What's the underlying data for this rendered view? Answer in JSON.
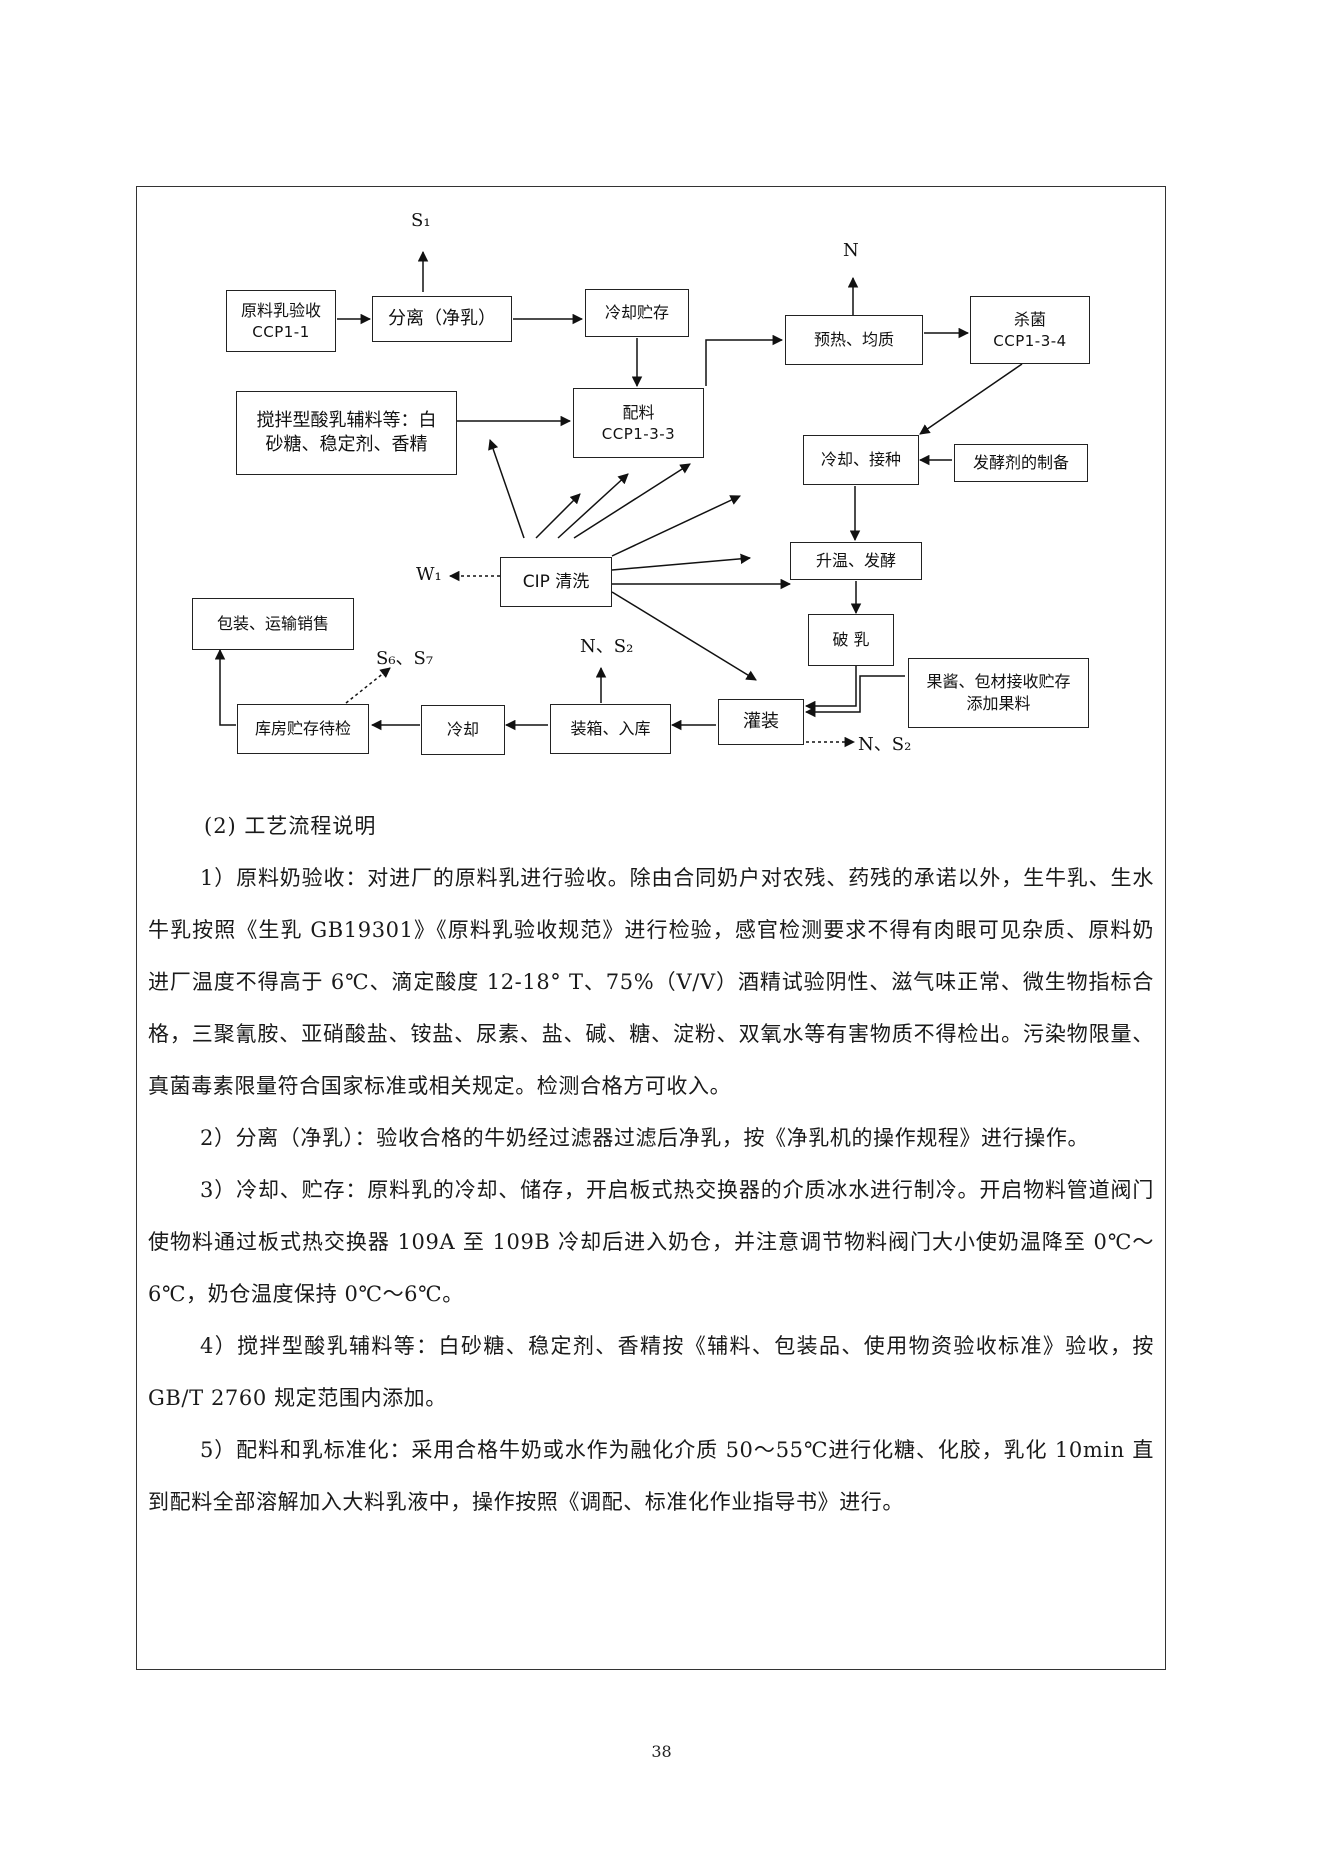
{
  "diagram": {
    "boxes": {
      "raw_milk": {
        "line1": "原料乳验收",
        "line2": "CCP1-1"
      },
      "separation": {
        "line1": "分离（净乳）"
      },
      "cooling_storage": {
        "line1": "冷却贮存"
      },
      "preheat": {
        "line1": "预热、均质"
      },
      "sterilize": {
        "line1": "杀菌",
        "line2": "CCP1-3-4"
      },
      "auxiliary": {
        "line1": "搅拌型酸乳辅料等：白",
        "line2": "砂糖、稳定剂、香精"
      },
      "batching": {
        "line1": "配料",
        "line2": "CCP1-3-3"
      },
      "cool_inoculate": {
        "line1": "冷却、接种"
      },
      "starter": {
        "line1": "发酵剂的制备"
      },
      "ferment": {
        "line1": "升温、发酵"
      },
      "cip": {
        "line1": "CIP 清洗"
      },
      "break_curd": {
        "line1": "破  乳"
      },
      "packing_sales": {
        "line1": "包装、运输销售"
      },
      "jam": {
        "line1": "果酱、包材接收贮存",
        "line2": "添加果料"
      },
      "filling": {
        "line1": "灌装"
      },
      "boxing": {
        "line1": "装箱、入库"
      },
      "cooling": {
        "line1": "冷却"
      },
      "warehouse": {
        "line1": "库房贮存待检"
      }
    },
    "labels": {
      "s1": "S₁",
      "n_top": "N",
      "w1": "W₁",
      "s6_s7": "S₆、S₇",
      "n_s2_mid": "N、S₂",
      "n_s2_right": "N、S₂"
    }
  },
  "text": {
    "heading": "(2) 工艺流程说明",
    "paragraphs": [
      "1）原料奶验收：对进厂的原料乳进行验收。除由合同奶户对农残、药残的承诺以外，生牛乳、生水牛乳按照《生乳 GB19301》《原料乳验收规范》进行检验，感官检测要求不得有肉眼可见杂质、原料奶进厂温度不得高于 6℃、滴定酸度 12-18° T、75%（V/V）酒精试验阴性、滋气味正常、微生物指标合格，三聚氰胺、亚硝酸盐、铵盐、尿素、盐、碱、糖、淀粉、双氧水等有害物质不得检出。污染物限量、真菌毒素限量符合国家标准或相关规定。检测合格方可收入。",
      "2）分离（净乳）：验收合格的牛奶经过滤器过滤后净乳，按《净乳机的操作规程》进行操作。",
      "3）冷却、贮存：原料乳的冷却、储存，开启板式热交换器的介质冰水进行制冷。开启物料管道阀门使物料通过板式热交换器 109A 至 109B 冷却后进入奶仓，并注意调节物料阀门大小使奶温降至 0℃～6℃，奶仓温度保持 0℃～6℃。",
      "4）搅拌型酸乳辅料等：白砂糖、稳定剂、香精按《辅料、包装品、使用物资验收标准》验收，按 GB/T 2760 规定范围内添加。",
      "5）配料和乳标准化：采用合格牛奶或水作为融化介质 50～55℃进行化糖、化胶，乳化 10min 直到配料全部溶解加入大料乳液中，操作按照《调配、标准化作业指导书》进行。"
    ]
  },
  "page_number": "38"
}
